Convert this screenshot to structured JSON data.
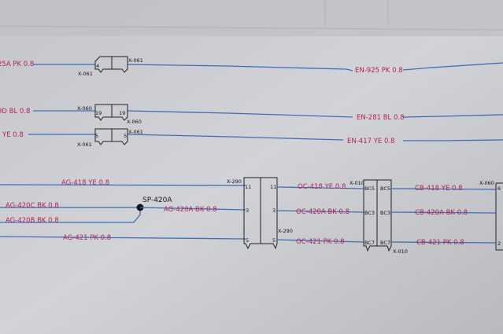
{
  "wires": {
    "w1_left": "25A PK 0.8",
    "w1_right": "EN-925 PK 0.8",
    "w2_left": "9D BL 0.8",
    "w2_right": "EN-281 BL 0.8",
    "w3_left": "YE 0.8",
    "w3_right": "EN-417 YE 0.8",
    "ag418": "AG-418 YE 0.8",
    "ag420c": "AG-420C BK 0.8",
    "ag420b": "AG-420B BK 0.8",
    "ag420a": "AG-420A BK 0.8",
    "ag421": "AG-421 PK 0.8",
    "oc418": "OC-418 YE 0.8",
    "oc420a": "OC-420A BK 0.8",
    "oc421": "OC-421 PK 0.8",
    "cb418": "CB-418 YE 0.8",
    "cb420a": "CB-420A BK 0.8",
    "cb421": "CB-421 PK 0.8"
  },
  "connectors": {
    "x061": "X-061",
    "x060": "X-060",
    "x290": "X-290",
    "x010": "X-010"
  },
  "splice": "SP-420A",
  "pins": {
    "p4": "4",
    "p19": "19",
    "p5": "5",
    "p11": "11",
    "p3": "3",
    "bc5": "BC5",
    "bc3": "BC3",
    "bc7": "BC7",
    "e6": "6",
    "e2": "2"
  }
}
